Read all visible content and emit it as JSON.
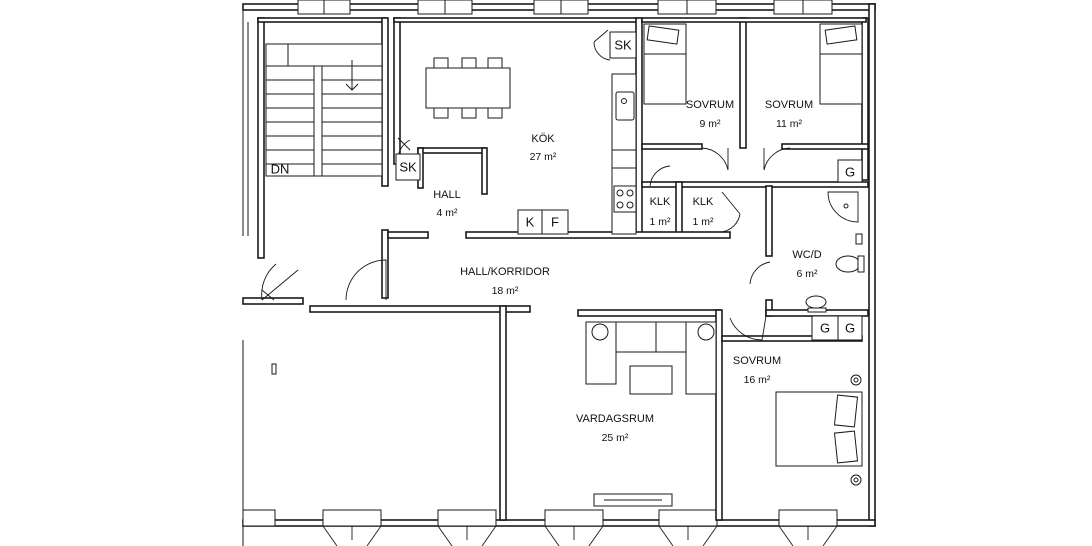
{
  "stair_label": "DN",
  "tags": {
    "closet": "SK",
    "fridge": "K",
    "freezer": "F",
    "wardrobe": "G"
  },
  "rooms": [
    {
      "id": "kok",
      "name": "KÖK",
      "area": "27 m²"
    },
    {
      "id": "hall",
      "name": "HALL",
      "area": "4 m²"
    },
    {
      "id": "sovrum1",
      "name": "SOVRUM",
      "area": "9 m²"
    },
    {
      "id": "sovrum2",
      "name": "SOVRUM",
      "area": "11 m²"
    },
    {
      "id": "klk1",
      "name": "KLK",
      "area": "1 m²"
    },
    {
      "id": "klk2",
      "name": "KLK",
      "area": "1 m²"
    },
    {
      "id": "wcd",
      "name": "WC/D",
      "area": "6 m²"
    },
    {
      "id": "korridor",
      "name": "HALL/KORRIDOR",
      "area": "18 m²"
    },
    {
      "id": "sovrum3",
      "name": "SOVRUM",
      "area": "16 m²"
    },
    {
      "id": "vardagsrum",
      "name": "VARDAGSRUM",
      "area": "25 m²"
    }
  ]
}
